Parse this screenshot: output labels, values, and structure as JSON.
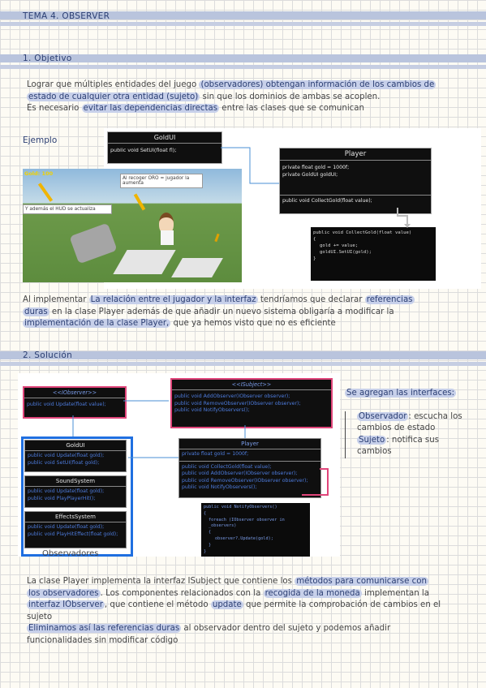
{
  "header": {
    "title": "TEMA 4. OBSERVER"
  },
  "section1": {
    "heading": "1.  Objetivo",
    "p1_pre": "Lograr que múltiples entidades del juego ",
    "p1_hl1": "(observadores) obtengan información de los cambios de",
    "p1_hl2": "estado de cualquier otra entidad (sujeto)",
    "p1_post": " sin que los dominios de ambas se acoplen.",
    "p2_pre": "Es necesario ",
    "p2_hl": "evitar las dependencias directas",
    "p2_post": " entre las clases que se comunican",
    "example_label": "Ejemplo"
  },
  "example": {
    "goldui_title": "GoldUI",
    "goldui_method": "public void SetUI(float  fl);",
    "player_title": "Player",
    "player_f1": "private float gold = 1000f;",
    "player_f2": "private GoldUI goldUI;",
    "player_method": "public void CollectGold(float value);",
    "code_l1": "public void CollectGold(float value)",
    "code_l2": "{",
    "code_l3": "gold += value;",
    "code_l4": "goldUI.SetUI(gold);",
    "code_l5": "}",
    "game_gold": "Gold:  100",
    "game_bubble1": "Al recoger ORO = jugador la aumenta",
    "game_bubble2": "Y además el HUD se actualiza"
  },
  "conclusion": {
    "l1_pre": "Al implementar ",
    "l1_hl": "La relación entre el jugador y la interfaz",
    "l1_mid": " tendríamos que declarar ",
    "l1_hl2": "referencias",
    "l2_hl": "duras",
    "l2_post": " en la clase Player además de que añadir un nuevo sistema obligaría a modificar la",
    "l3_hl": "implementación de la clase Player,",
    "l3_post": " que ya hemos visto que no es eficiente"
  },
  "section2": {
    "heading": "2. Solución"
  },
  "diagram": {
    "iobserver_title": "<<IObserver>>",
    "iobserver_m1": "public void Update(float value);",
    "isubject_title": "<<ISubject>>",
    "isubject_m1": "public void AddObserver(IObserver observer);",
    "isubject_m2": "public void RemoveObserver(IObserver observer);",
    "isubject_m3": "public void NotifyObservers();",
    "player_title": "Player",
    "player_f1": "private float gold = 1000f;",
    "player_m1": "public void CollectGold(float value);",
    "player_m2": "public void AddObserver(IObserver observer);",
    "player_m3": "public void RemoveObserver(IObserver observer);",
    "player_m4": "public void NotifyObservers();",
    "goldui_title": "GoldUI",
    "goldui_m1": "public void Update(float gold);",
    "goldui_m2": "public void SetUI(float gold);",
    "sound_title": "SoundSystem",
    "sound_m1": "public void Update(float gold);",
    "sound_m2": "public void PlayPlayerHit();",
    "effects_title": "EffectsSystem",
    "effects_m1": "public void Update(float gold);",
    "effects_m2": "public void PlayHitEffect(float gold);",
    "code_l1": "public void NotifyObservers()",
    "code_l2": "{",
    "code_l3": "foreach (IObserver observer in _observers)",
    "code_l4": "{",
    "code_l5": "observer?.Update(gold);",
    "code_l6": "}",
    "code_l7": "}",
    "observers_label": "Observadores"
  },
  "side_notes": {
    "title": "Se agregan las interfaces:",
    "obs_hl": "Observador",
    "obs_rest": ": escucha los",
    "obs_rest2": "cambios de estado",
    "sub_hl": "Sujeto",
    "sub_rest": ": notifica sus",
    "sub_rest2": "cambios"
  },
  "final": {
    "l1_pre": "La clase Player implementa la interfaz ISubject que contiene los ",
    "l1_hl": "métodos para comunicarse con",
    "l2_hl": "los observadores",
    "l2_post": ". Los componentes relacionados con la ",
    "l2_hl2": "recogida de la moneda",
    "l2_post2": " implementan la",
    "l3_hl": "interfaz IObserver",
    "l3_post": ", que contiene el método ",
    "l3_hl2": "update",
    "l3_post2": " que permite la comprobación de cambios en el",
    "l4": "sujeto",
    "l5_hl": "Eliminamos así las referencias duras",
    "l5_post": " al observador dentro del sujeto y podemos añadir",
    "l6": "funcionalidades sin modificar código"
  },
  "colors": {
    "accent": "#2c3f73",
    "highlight": "#c7d0ea",
    "pink": "#e0457a",
    "blue": "#1f6fe0"
  }
}
